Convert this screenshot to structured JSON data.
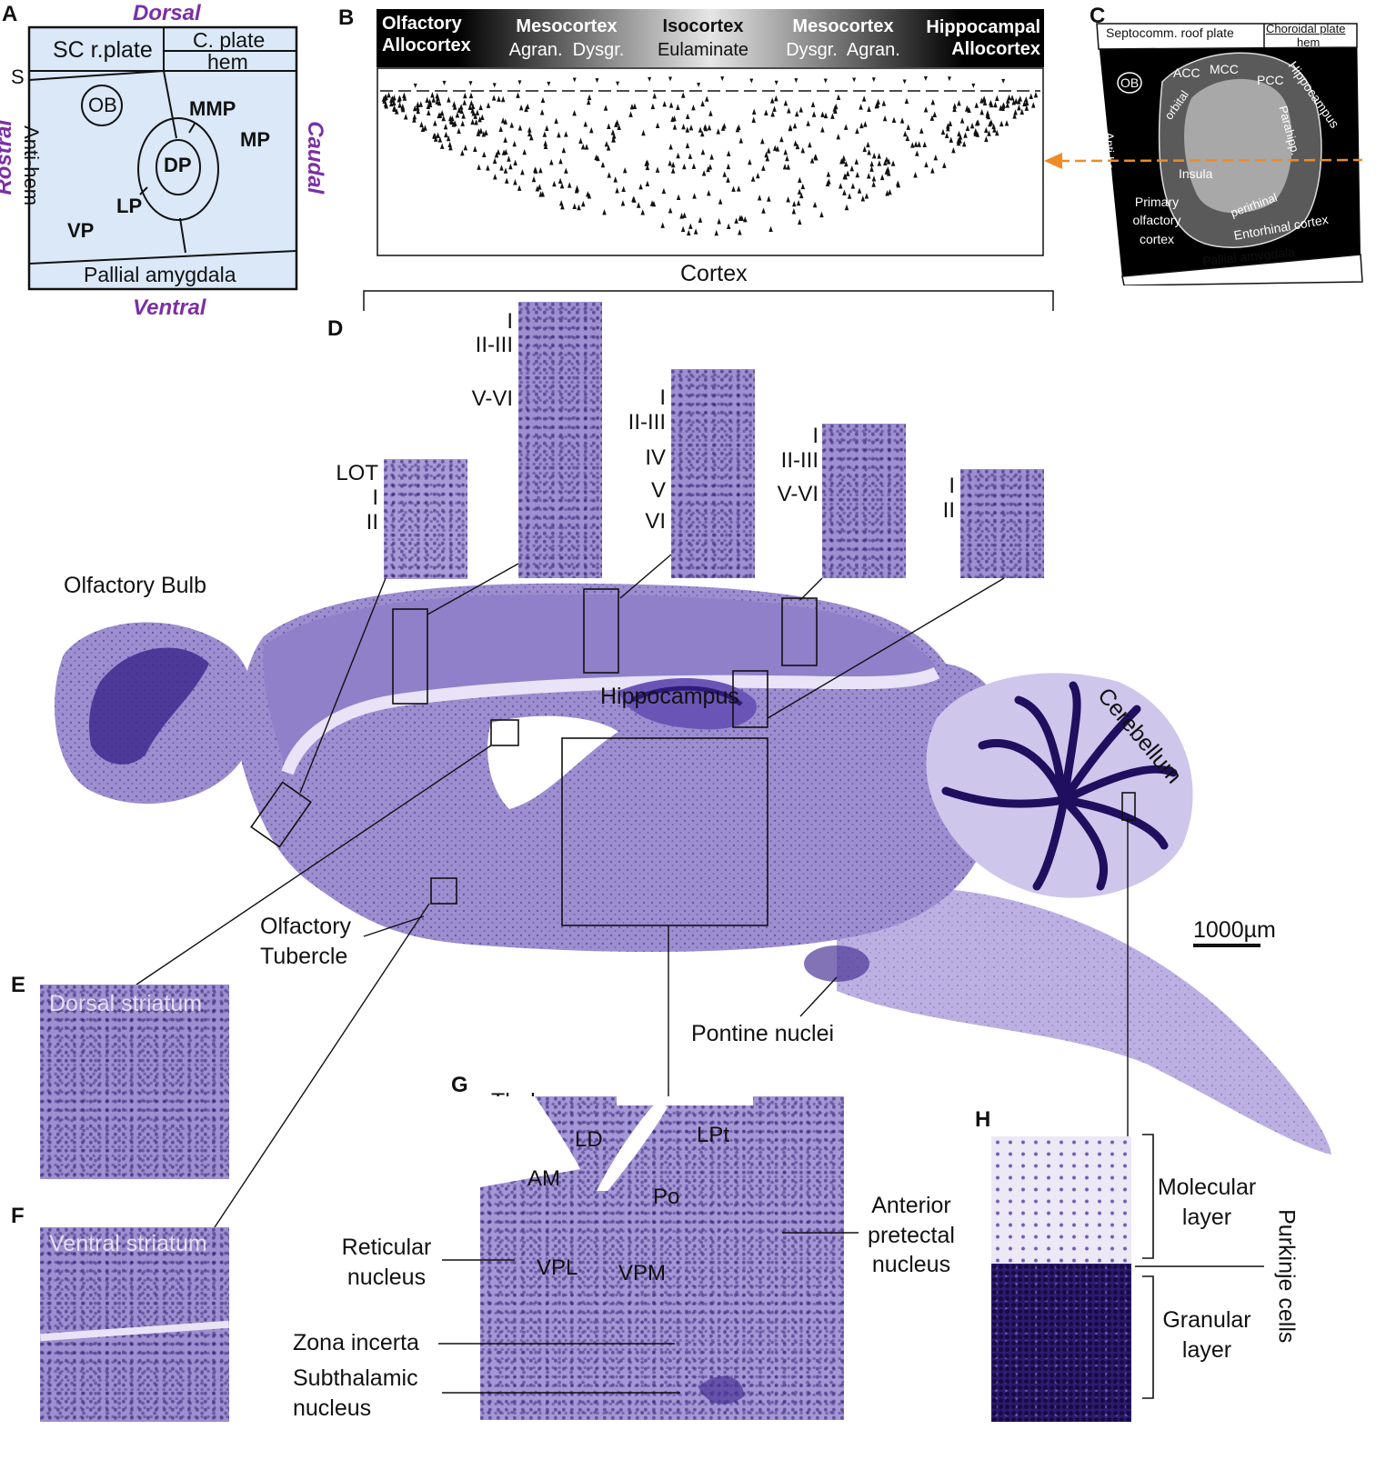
{
  "panels": {
    "A": "A",
    "B": "B",
    "C": "C",
    "D": "D",
    "E": "E",
    "F": "F",
    "G": "G",
    "H": "H"
  },
  "panelA": {
    "dorsal": "Dorsal",
    "ventral": "Ventral",
    "rostral": "Rostral",
    "caudal": "Caudal",
    "sc_rplate": "SC r.plate",
    "c_plate": "C. plate",
    "hem": "hem",
    "s": "S",
    "ob": "OB",
    "mmp": "MMP",
    "mp": "MP",
    "dp": "DP",
    "lp": "LP",
    "vp": "VP",
    "anti_hem": "Anti-hem",
    "pallial_amygdala": "Pallial amygdala"
  },
  "panelB": {
    "header": [
      {
        "line1": "Olfactory",
        "line2": "Allocortex"
      },
      {
        "line1": "Mesocortex",
        "line2": "Agran.  Dysgr."
      },
      {
        "line1": "Isocortex",
        "line2": "Eulaminate"
      },
      {
        "line1": "Mesocortex",
        "line2": "Dysgr.  Agran."
      },
      {
        "line1": "Hippocampal",
        "line2": "Allocortex"
      }
    ],
    "cortex_label": "Cortex"
  },
  "panelC": {
    "roof": "Septocomm. roof plate",
    "choroidal": "Choroidal plate",
    "hem": "hem",
    "ob": "OB",
    "acc": "ACC",
    "mcc": "MCC",
    "pcc": "PCC",
    "orbital": "orbital",
    "hippocampus": "Hippocampus",
    "parahipp": "Parahipp.",
    "anti_hem": "Anti-hem",
    "insula": "Insula",
    "perirhinal": "perirhinal",
    "primary_olfactory": "Primary olfactory cortex",
    "entorhinal": "Entorhinal cortex",
    "pallial_amygdala": "Pallial amygdala",
    "arrow_color": "#f08a24"
  },
  "panelD": {
    "col1": [
      "LOT",
      "I",
      "II"
    ],
    "col2": [
      "I",
      "II-III",
      "V-VI"
    ],
    "col3": [
      "I",
      "II-III",
      "IV",
      "V",
      "VI"
    ],
    "col4": [
      "I",
      "II-III",
      "V-VI"
    ],
    "col5": [
      "I",
      "II"
    ],
    "olfactory_bulb": "Olfactory Bulb",
    "hippocampus": "Hippocampus",
    "cerebellum": "Cerebellum",
    "olfactory_tubercle": "Olfactory Tubercle",
    "pontine_nuclei": "Pontine nuclei",
    "scale_bar": "1000µm"
  },
  "panelE": {
    "title": "Dorsal striatum"
  },
  "panelF": {
    "title": "Ventral striatum"
  },
  "panelG": {
    "thalamus": "Thalamus",
    "ld": "LD",
    "lpt": "LPt",
    "am": "AM",
    "po": "Po",
    "vpl": "VPL",
    "vpm": "VPM",
    "reticular": "Reticular nucleus",
    "anterior_pretectal": "Anterior pretectal nucleus",
    "zona_incerta": "Zona incerta",
    "subthalamic": "Subthalamic nucleus"
  },
  "panelH": {
    "molecular": "Molecular layer",
    "granular": "Granular layer",
    "purkinje": "Purkinje cells"
  },
  "colors": {
    "panelA_fill": "#dbe8f8",
    "stain": "#8f7fc8",
    "stain_dark": "#2e1a78"
  }
}
